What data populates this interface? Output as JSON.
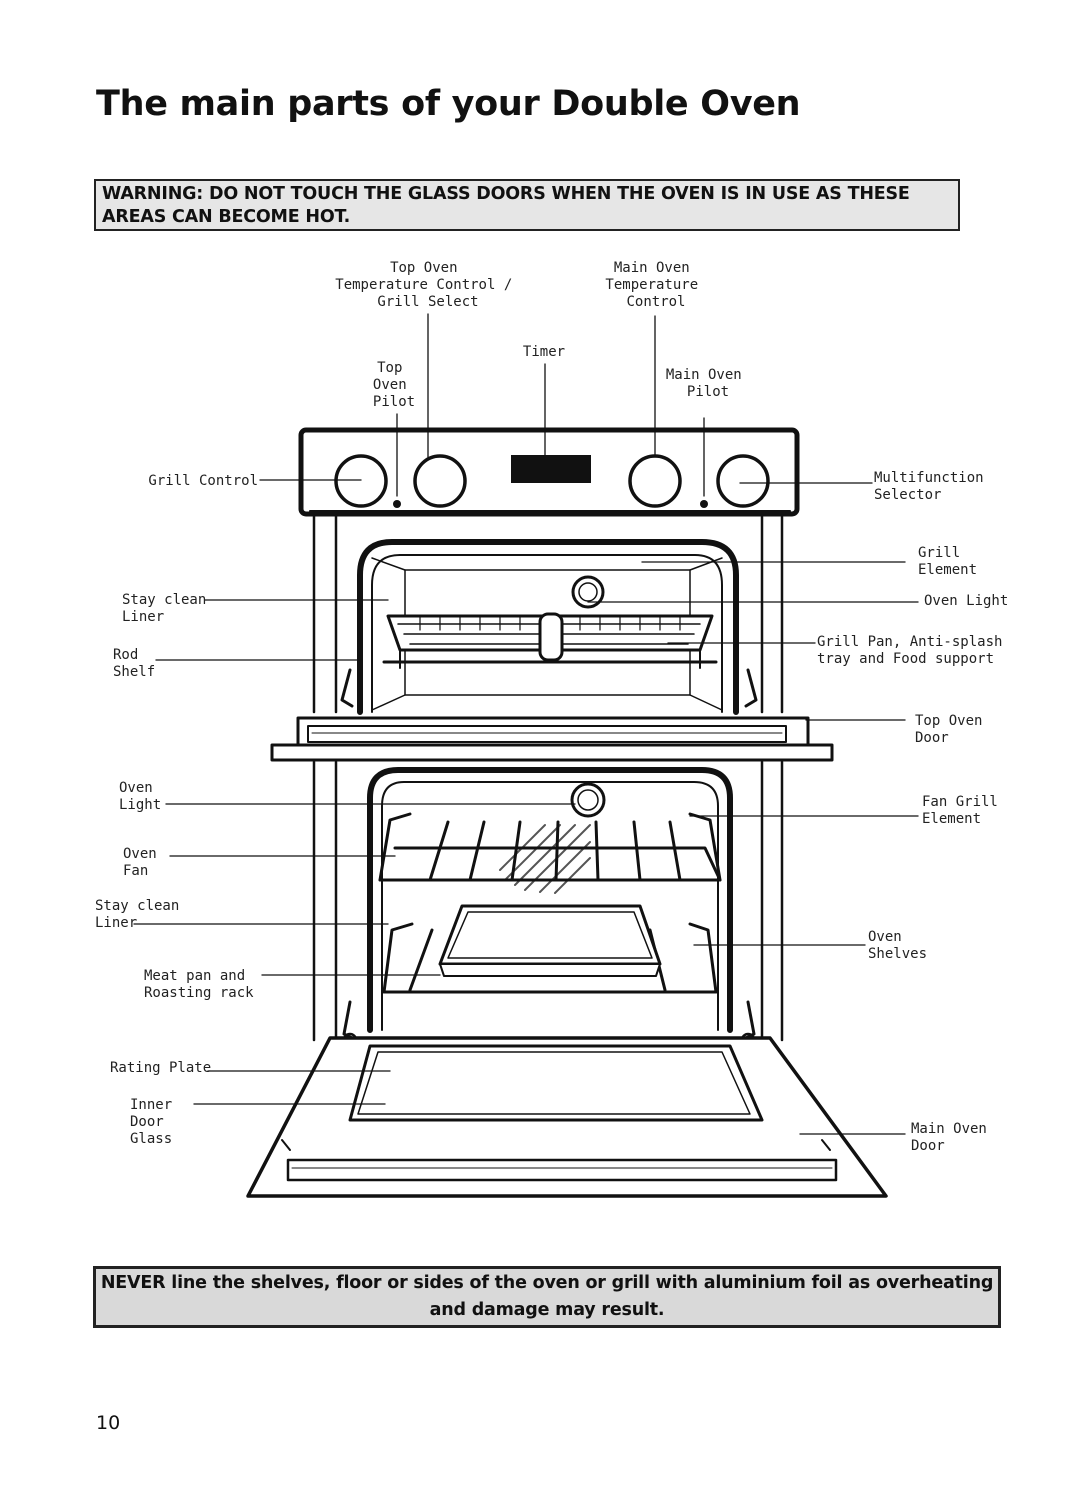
{
  "page": {
    "title": "The main parts of your Double Oven",
    "warning": "WARNING: DO NOT TOUCH THE GLASS DOORS WHEN THE OVEN IS IN USE AS THESE AREAS CAN BECOME HOT.",
    "caution": "NEVER line the shelves, floor or sides of the oven or grill with aluminium foil as overheating and damage may result.",
    "page_number": "10"
  },
  "labels": {
    "top_oven_temp_control": [
      "Top Oven",
      "Temperature Control /",
      "Grill Select"
    ],
    "main_oven_temp_control": [
      "Main Oven",
      "Temperature",
      "Control"
    ],
    "timer": [
      "Timer"
    ],
    "top_oven_pilot": [
      "Top",
      "Oven",
      "Pilot"
    ],
    "main_oven_pilot": [
      "Main Oven",
      "Pilot"
    ],
    "grill_control": [
      "Grill Control"
    ],
    "multifunction_selector": [
      "Multifunction",
      "Selector"
    ],
    "grill_element": [
      "Grill",
      "Element"
    ],
    "stay_clean_liner_top": [
      "Stay clean",
      "Liner"
    ],
    "oven_light_top": [
      "Oven Light"
    ],
    "rod_shelf": [
      "Rod",
      "Shelf"
    ],
    "grill_pan": [
      "Grill Pan, Anti-splash",
      "tray and Food support"
    ],
    "top_oven_door": [
      "Top Oven",
      "Door"
    ],
    "oven_light_main": [
      "Oven",
      "Light"
    ],
    "fan_grill_element": [
      "Fan Grill",
      "Element"
    ],
    "oven_fan": [
      "Oven",
      "Fan"
    ],
    "stay_clean_liner_main": [
      "Stay clean",
      "Liner"
    ],
    "oven_shelves": [
      "Oven",
      "Shelves"
    ],
    "meat_pan": [
      "Meat pan and",
      "Roasting rack"
    ],
    "rating_plate": [
      "Rating Plate"
    ],
    "inner_door_glass": [
      "Inner",
      "Door",
      "Glass"
    ],
    "main_oven_door": [
      "Main Oven",
      "Door"
    ]
  }
}
